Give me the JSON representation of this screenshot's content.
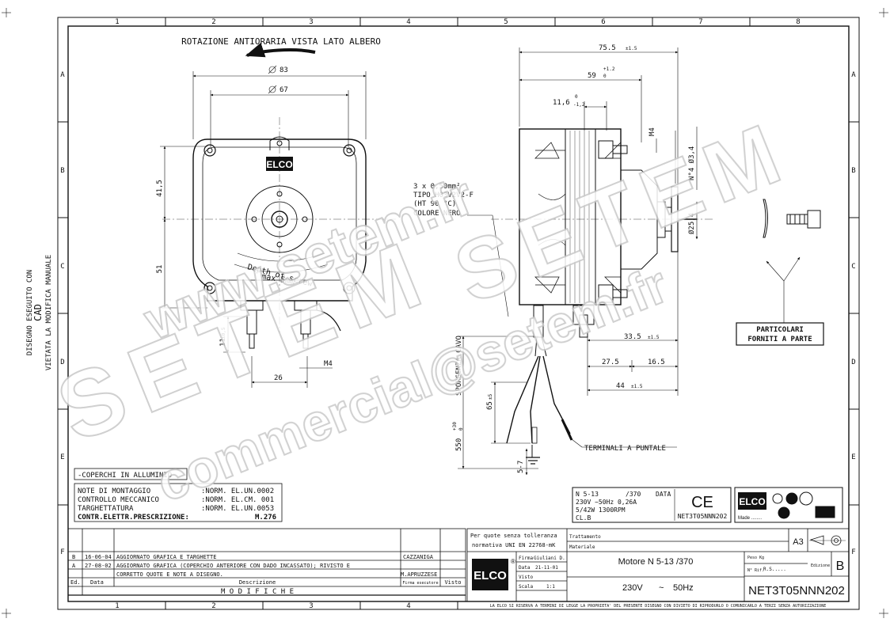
{
  "frame": {
    "col_numbers": [
      "1",
      "2",
      "3",
      "4",
      "5",
      "6",
      "7",
      "8"
    ],
    "bottom_col_numbers": [
      "1",
      "2",
      "3",
      "4"
    ],
    "row_letters": [
      "A",
      "B",
      "C",
      "D",
      "E",
      "F"
    ]
  },
  "side_text": {
    "line1": "DISEGNO ESEGUITO CON",
    "line2": "CAD",
    "line3": "VIETATA LA MODIFICA MANUALE"
  },
  "watermark": {
    "www": "www.setem.fr",
    "setem1": "SETEM",
    "setem2": "SETEM",
    "email": "commercial@setem.fr"
  },
  "front_view": {
    "rotation_label": "ROTAZIONE ANTIORARIA VISTA LATO ALBERO",
    "dim_83": "83",
    "dim_67": "67",
    "dim_41_5": "41,5",
    "dim_51": "51",
    "dim_11": "11",
    "dim_11_tol": "±0,5",
    "dim_m4": "M4",
    "dim_26": "26",
    "logo": "ELCO",
    "depth_note_1": "Depth of screw",
    "depth_note_2": "max 5mm"
  },
  "side_view": {
    "dim_75_5": "75.5",
    "dim_75_5_tol": "±1.5",
    "dim_59": "59",
    "dim_59_tol_up": "+1.2",
    "dim_59_tol_dn": "0",
    "dim_11_6": "11,6",
    "dim_11_6_tol_up": "0",
    "dim_11_6_tol_dn": "-1,2",
    "dim_m4": "M4",
    "dim_n4": "N°4 Ø3,4",
    "dim_25_4": "Ø25,4",
    "dim_33_5": "33.5",
    "dim_33_5_tol": "±1.5",
    "dim_27_5": "27.5",
    "dim_16_5": "16.5",
    "dim_44": "44",
    "dim_44_tol": "±1.5",
    "cable_1": "3 x 0,50mm²",
    "cable_2": "TIPO H03V2V2-F",
    "cable_3": "(HT 90 °C)",
    "cable_4": "COLORE NERO",
    "sporgenza": "SPORGENZA CAVO",
    "dim_550": "550",
    "dim_550_tol_up": "+30",
    "dim_550_tol_dn": "0",
    "dim_65": "65",
    "dim_65_tol": "±5",
    "dim_5_7": "5-7",
    "terminali": "TERMINALI A PUNTALE",
    "particolari_1": "PARTICOLARI",
    "particolari_2": "FORNITI A PARTE"
  },
  "notes": {
    "coperchi": "-COPERCHI IN ALLUMINIO",
    "rows": [
      {
        "label": "NOTE DI MONTAGGIO",
        "value": ":NORM. EL.UN.0002"
      },
      {
        "label": "CONTROLLO MECCANICO",
        "value": ":NORM. EL.CM. 001"
      },
      {
        "label": "TARGHETTATURA",
        "value": ":NORM. EL.UN.0053"
      }
    ],
    "prescr_label": "CONTR.ELETTR.PRESCRIZIONE:",
    "prescr_value": "M.276"
  },
  "plate": {
    "line1a": "N 5-13",
    "line1b": "/370",
    "line1c": "DATA",
    "line2": "230V ~50Hz 0,26A",
    "line3": "5/42W 1300RPM",
    "line4": "CL.B",
    "ce": "CE",
    "code": "NET3T05NNN202",
    "logo": "ELCO",
    "made": "Made ........"
  },
  "revisions": {
    "rows": [
      {
        "rev": "B",
        "date": "16-06-04",
        "desc": "AGGIORNATO GRAFICA E TARGHETTE",
        "firm": "CAZZANIGA"
      },
      {
        "rev": "A",
        "date": "27-08-02",
        "desc": "AGGIORNATO GRAFICA (COPERCHIO ANTERIORE CON DADO INCASSATO); RIVISTO E",
        "firm": ""
      },
      {
        "rev": "",
        "date": "",
        "desc": "CORRETTO QUOTE E NOTE A DISEGNO.",
        "firm": "M.APRUZZESE"
      }
    ],
    "hdr_ed": "Ed.",
    "hdr_data": "Data",
    "hdr_desc": "Descrizione",
    "hdr_firma": "Firma esecutore",
    "hdr_visto": "Visto",
    "modifiche": "M O D I F I C H E"
  },
  "title_block": {
    "tol_1": "Per quote senza tolleranza",
    "tol_2": "normativa UNI EN 22768-mK",
    "trattamento": "Trattamento",
    "materiale": "Materiale",
    "firma_label": "Firma",
    "firma_value": "Giuliani D.",
    "data_label": "Data",
    "data_value": "21-11-01",
    "visto_label": "Visto",
    "scala_label": "Scala",
    "scala_value": "1:1",
    "logo": "ELCO",
    "logo_r": "®",
    "title_1": "Motore N 5-13 /370",
    "title_2a": "230V",
    "title_2b": "~",
    "title_2c": "50Hz",
    "format": "A3",
    "peso_label": "Peso Kg",
    "rif_label": "N° Rif.",
    "rif_value": "R.S.....",
    "edizione_label": "Edizione",
    "edizione_value": "B",
    "drawing_no": "NET3T05NNN202",
    "footer": "LA ELCO SI RISERVA A TERMINI DI LEGGE LA PROPRIETA' DEL PRESENTE DISEGNO CON DIVIETO DI RIPRODURLO O COMUNICARLO A TERZI SENZA AUTORIZZAZIONE"
  }
}
